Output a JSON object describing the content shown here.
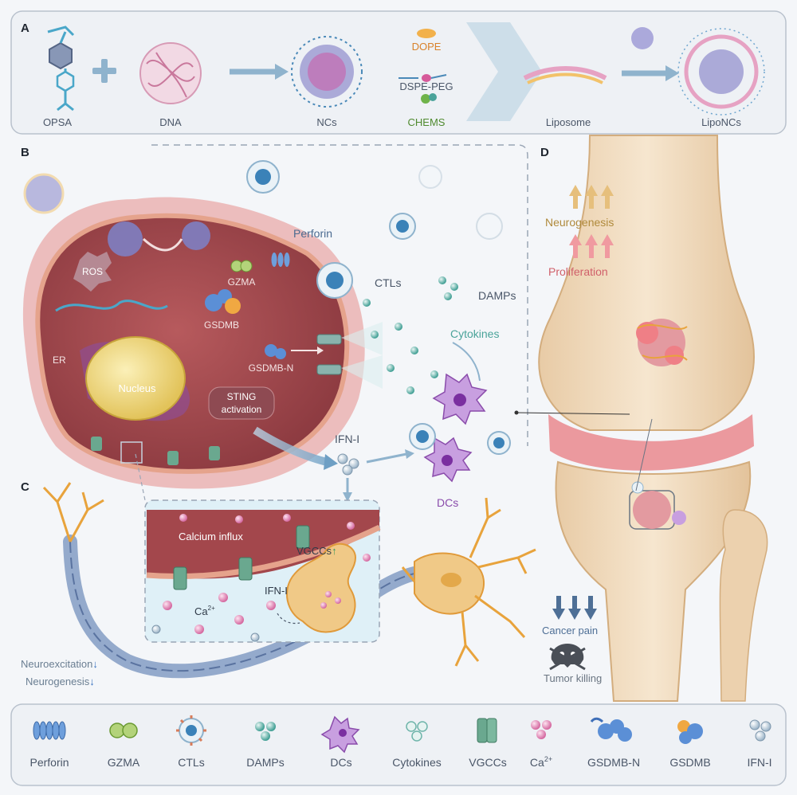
{
  "panels": {
    "a": "A",
    "b": "B",
    "c": "C",
    "d": "D"
  },
  "panel_a": {
    "opsa": "OPSA",
    "dna": "DNA",
    "ncs": "NCs",
    "dope": "DOPE",
    "dspe_peg": "DSPE-PEG",
    "chems": "CHEMS",
    "liposome": "Liposome",
    "liponcs": "LipoNCs"
  },
  "panel_b": {
    "perforin": "Perforin",
    "ros": "ROS",
    "gzma": "GZMA",
    "ctls": "CTLs",
    "damps": "DAMPs",
    "gsdmb": "GSDMB",
    "cytokines": "Cytokines",
    "er": "ER",
    "gsdmb_n": "GSDMB-N",
    "nucleus": "Nucleus",
    "sting_line1": "STING",
    "sting_line2": "activation",
    "ifn": "IFN-I",
    "dcs": "DCs"
  },
  "panel_c": {
    "calcium_influx": "Calcium influx",
    "vgccs": "VGCCs",
    "vgccs_arrow": "↑",
    "ifn": "IFN-I",
    "ca": "Ca",
    "ca_sup": "2+",
    "neuroexcitation": "Neuroexcitation",
    "neurogenesis": "Neurogenesis",
    "down_arrow": "↓"
  },
  "panel_d": {
    "neurogenesis": "Neurogenesis",
    "proliferation": "Proliferation",
    "cancer_pain": "Cancer pain",
    "tumor_killing": "Tumor killing"
  },
  "legend": {
    "items": [
      "Perforin",
      "GZMA",
      "CTLs",
      "DAMPs",
      "DCs",
      "Cytokines",
      "VGCCs",
      "Ca",
      "GSDMB-N",
      "GSDMB",
      "IFN-I"
    ],
    "ca_sup": "2+"
  },
  "colors": {
    "dope": "#d9822b",
    "dspe_peg": "#4a5668",
    "chems": "#4f8a2e",
    "cytokines": "#4aa39a",
    "dcs": "#8a4cab",
    "neurogenesis_d": "#b08a3c",
    "proliferation_d": "#d0606a",
    "cell_body": "#a3474c",
    "bone": "#f1dcc0"
  }
}
